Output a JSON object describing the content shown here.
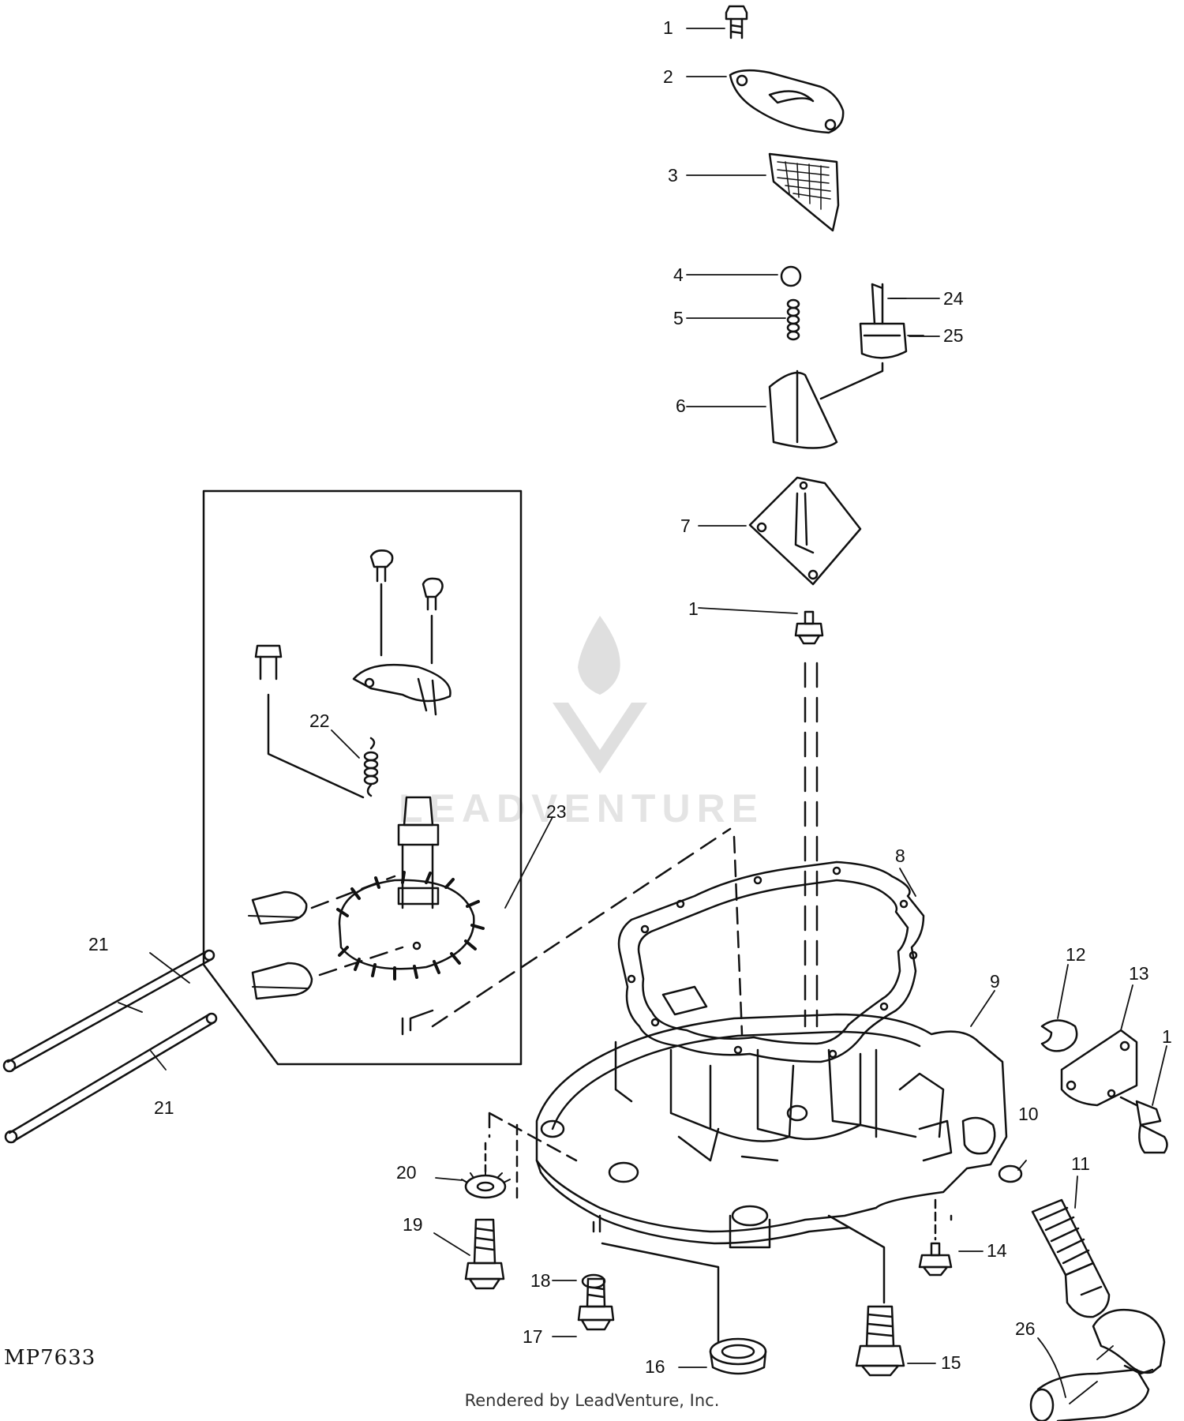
{
  "diagram": {
    "figure_code": "MP7633",
    "footer": "Rendered by LeadVenture, Inc.",
    "watermark": "LEADVENTURE",
    "callouts": {
      "c1a": "1",
      "c2": "2",
      "c3": "3",
      "c4": "4",
      "c5": "5",
      "c6": "6",
      "c7": "7",
      "c1b": "1",
      "c8": "8",
      "c9": "9",
      "c10": "10",
      "c11": "11",
      "c12": "12",
      "c13": "13",
      "c1c": "1",
      "c14": "14",
      "c15": "15",
      "c16": "16",
      "c17": "17",
      "c18": "18",
      "c19": "19",
      "c20": "20",
      "c21a": "21",
      "c21b": "21",
      "c22": "22",
      "c23": "23",
      "c24": "24",
      "c25": "25",
      "c26": "26"
    }
  }
}
